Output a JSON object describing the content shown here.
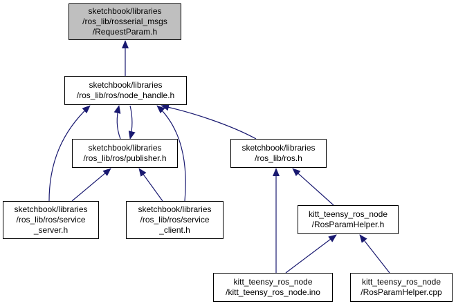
{
  "colors": {
    "edge": "#191970",
    "current_fill": "#bfbfbf",
    "node_fill": "#ffffff",
    "border": "#000000"
  },
  "nodes": {
    "request_param": {
      "lines": [
        "sketchbook/libraries",
        "/ros_lib/rosserial_msgs",
        "/RequestParam.h"
      ]
    },
    "node_handle": {
      "lines": [
        "sketchbook/libraries",
        "/ros_lib/ros/node_handle.h"
      ]
    },
    "publisher": {
      "lines": [
        "sketchbook/libraries",
        "/ros_lib/ros/publisher.h"
      ]
    },
    "ros_h": {
      "lines": [
        "sketchbook/libraries",
        "/ros_lib/ros.h"
      ]
    },
    "service_server": {
      "lines": [
        "sketchbook/libraries",
        "/ros_lib/ros/service",
        "_server.h"
      ]
    },
    "service_client": {
      "lines": [
        "sketchbook/libraries",
        "/ros_lib/ros/service",
        "_client.h"
      ]
    },
    "ros_param_helper_h": {
      "lines": [
        "kitt_teensy_ros_node",
        "/RosParamHelper.h"
      ]
    },
    "kitt_ino": {
      "lines": [
        "kitt_teensy_ros_node",
        "/kitt_teensy_ros_node.ino"
      ]
    },
    "ros_param_helper_cpp": {
      "lines": [
        "kitt_teensy_ros_node",
        "/RosParamHelper.cpp"
      ]
    }
  }
}
